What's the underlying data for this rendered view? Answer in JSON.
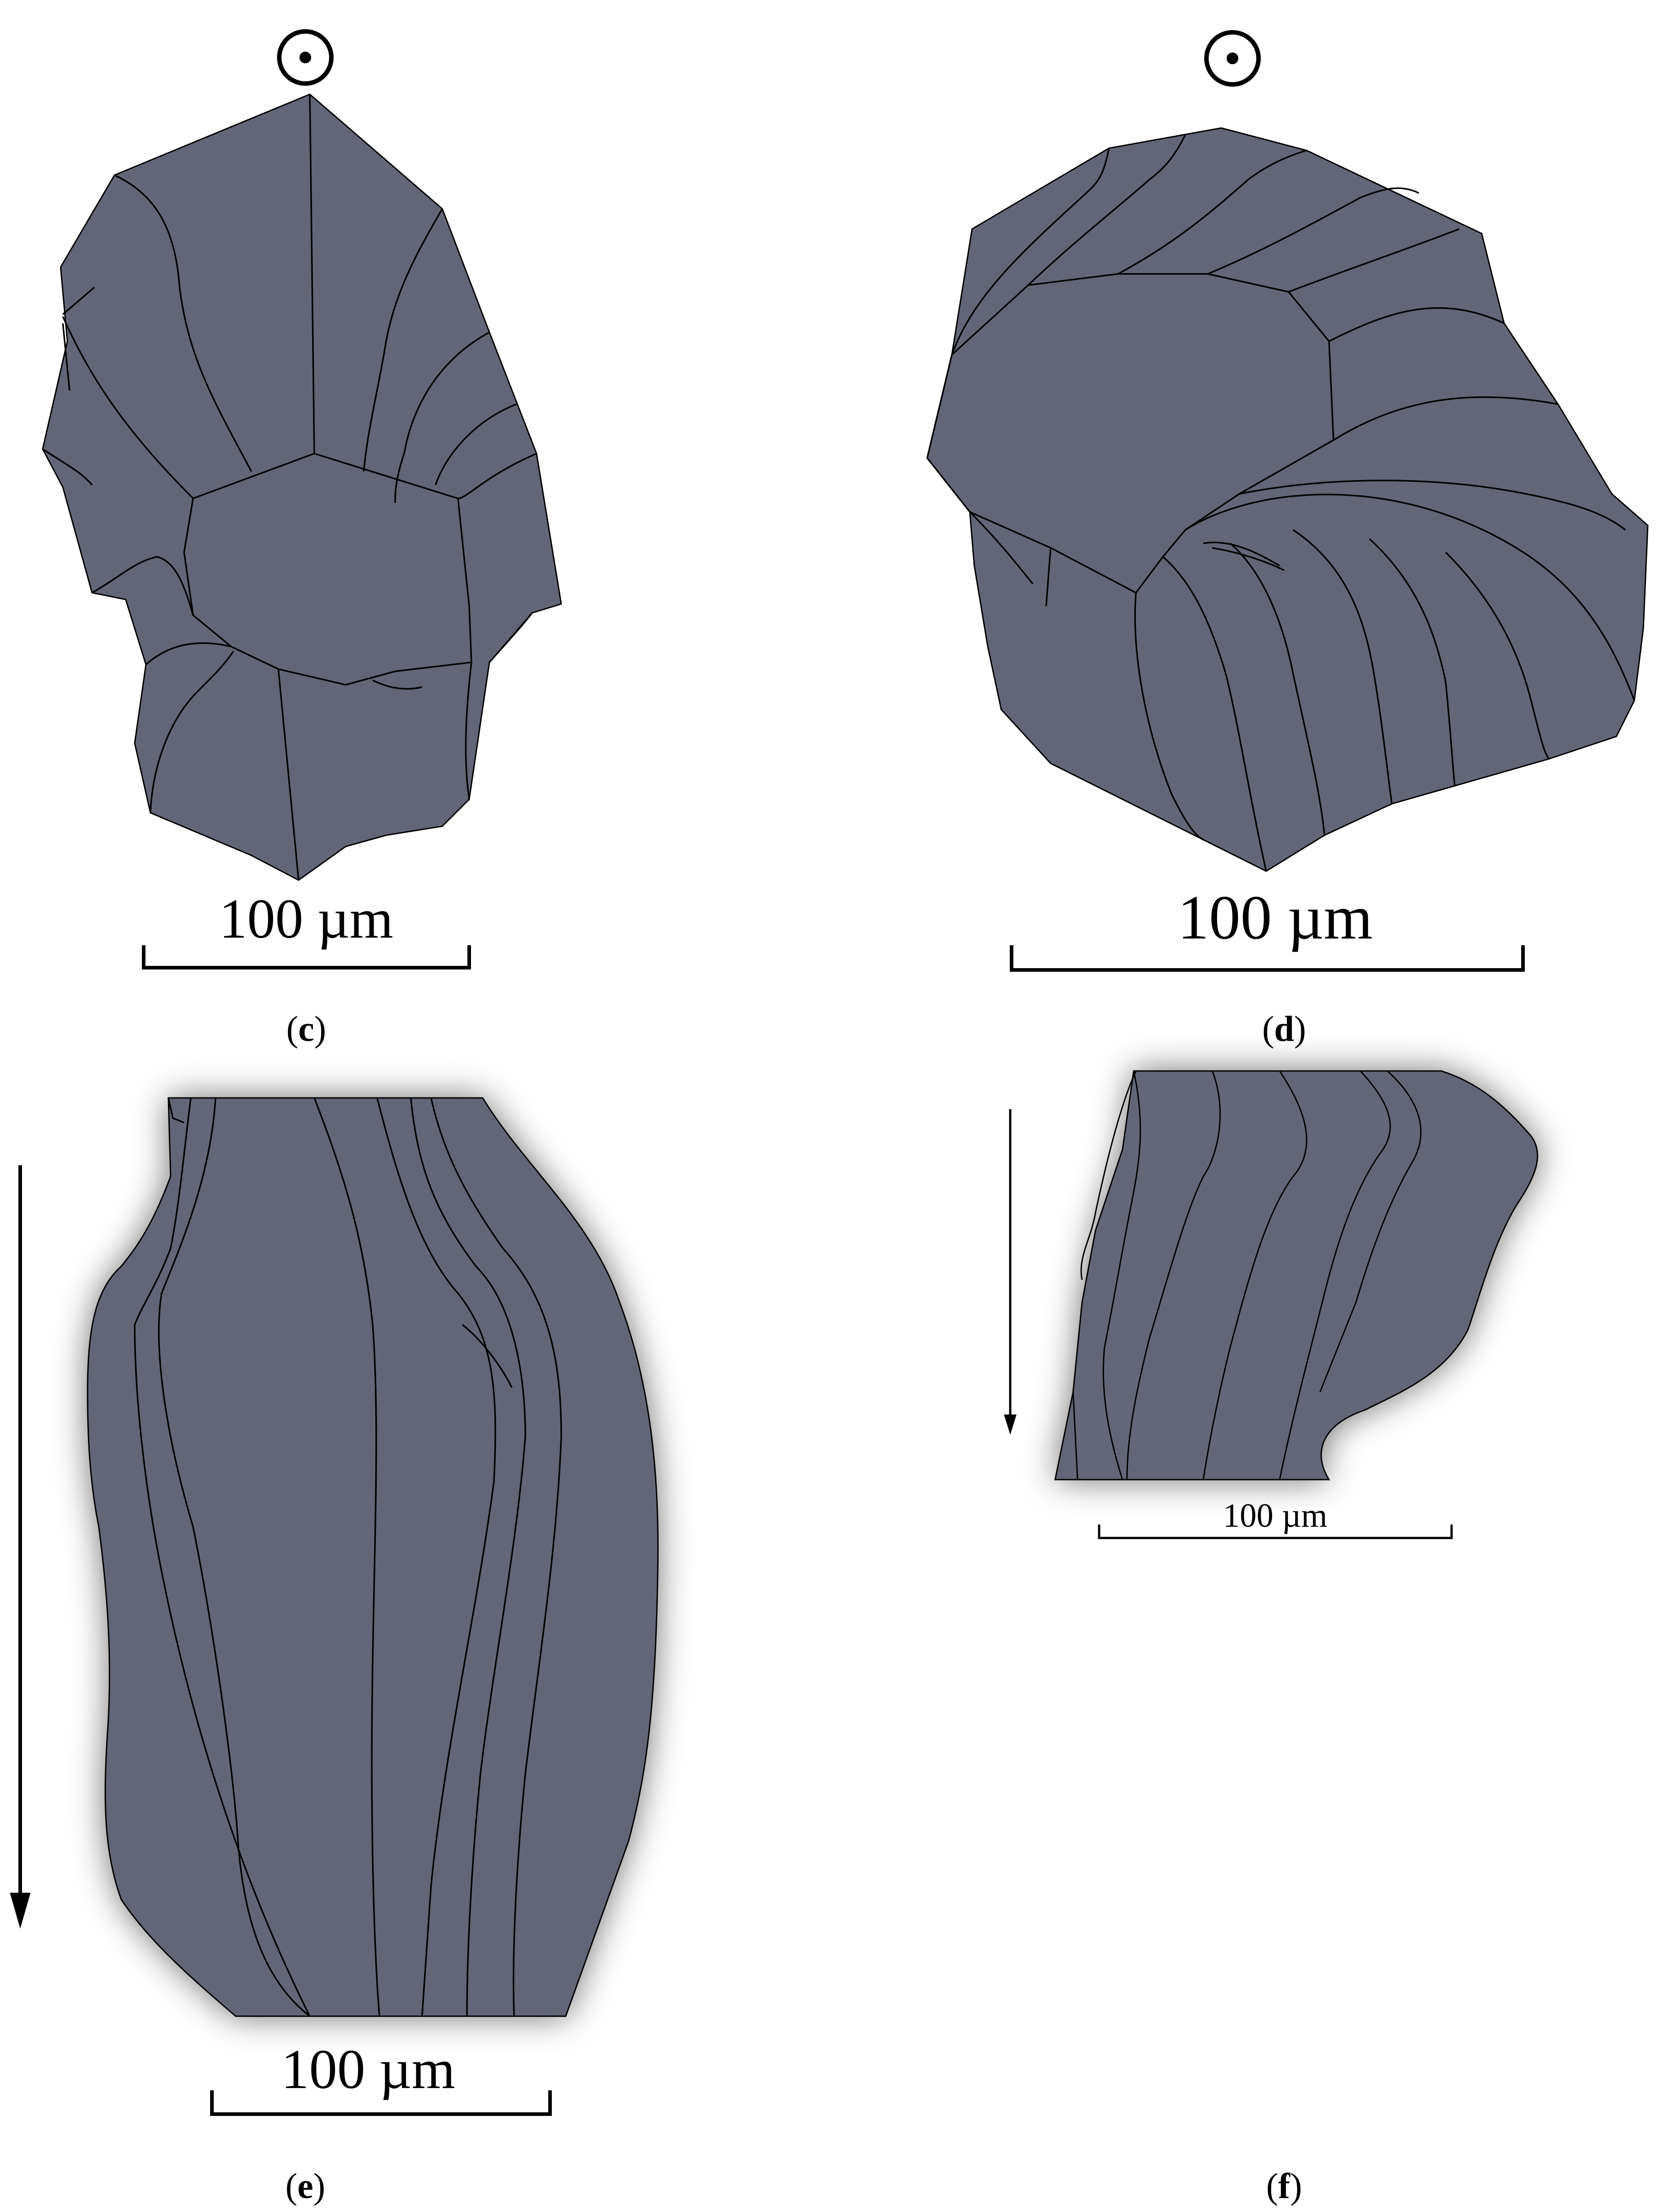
{
  "colors": {
    "grain_fill": "#636676",
    "boundary_line": "#000000",
    "background": "#ffffff",
    "shadow": "#000000"
  },
  "icons": {
    "direction_out_of_plane": "circle-dot-icon",
    "direction_downward": "down-arrow-icon"
  },
  "panels": {
    "c": {
      "label_open": "(",
      "label_letter": "c",
      "label_close": ")",
      "scale_text": "100 µm"
    },
    "d": {
      "label_open": "(",
      "label_letter": "d",
      "label_close": ")",
      "scale_text": "100 µm"
    },
    "e": {
      "label_open": "(",
      "label_letter": "e",
      "label_close": ")",
      "scale_text": "100 µm"
    },
    "f": {
      "label_open": "(",
      "label_letter": "f",
      "label_close": ")",
      "scale_text": "100 µm"
    }
  }
}
